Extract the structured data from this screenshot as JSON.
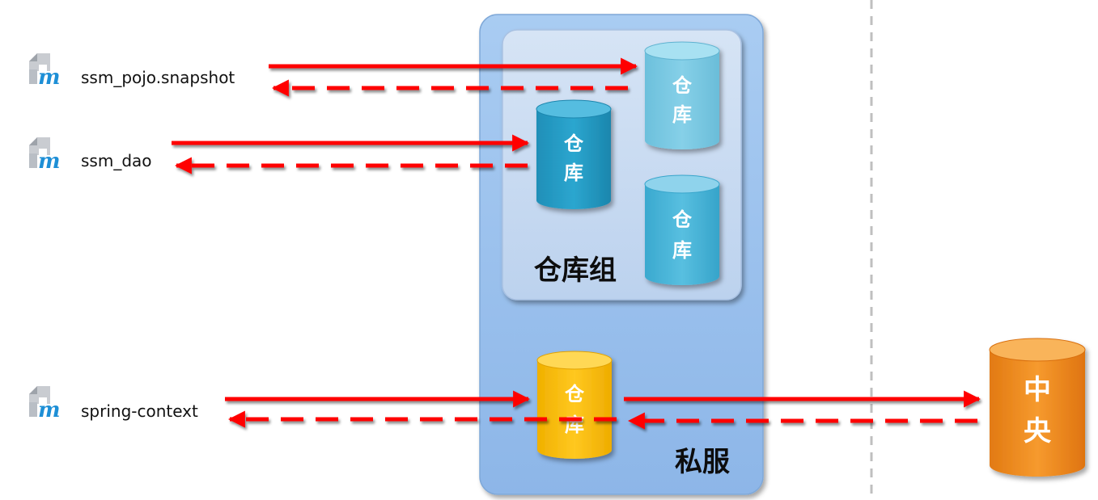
{
  "modules": [
    {
      "label": "ssm_pojo.snapshot",
      "icon": "maven-module-icon"
    },
    {
      "label": "ssm_dao",
      "icon": "maven-module-icon"
    },
    {
      "label": "spring-context",
      "icon": "maven-module-icon"
    }
  ],
  "private_server": {
    "label": "私服",
    "repo_group": {
      "label": "仓库组",
      "repos": [
        {
          "line1": "仓",
          "line2": "库",
          "color": "light-cyan"
        },
        {
          "line1": "仓",
          "line2": "库",
          "color": "teal"
        },
        {
          "line1": "仓",
          "line2": "库",
          "color": "cyan"
        }
      ]
    },
    "proxy_repo": {
      "line1": "仓",
      "line2": "库",
      "color": "yellow"
    }
  },
  "central": {
    "line1": "中",
    "line2": "央",
    "color": "orange"
  },
  "colors": {
    "arrow": "#ff0000",
    "server_panel": "#9dc3ee",
    "group_panel": "#c4d7ef",
    "divider": "#bfbfbf"
  }
}
